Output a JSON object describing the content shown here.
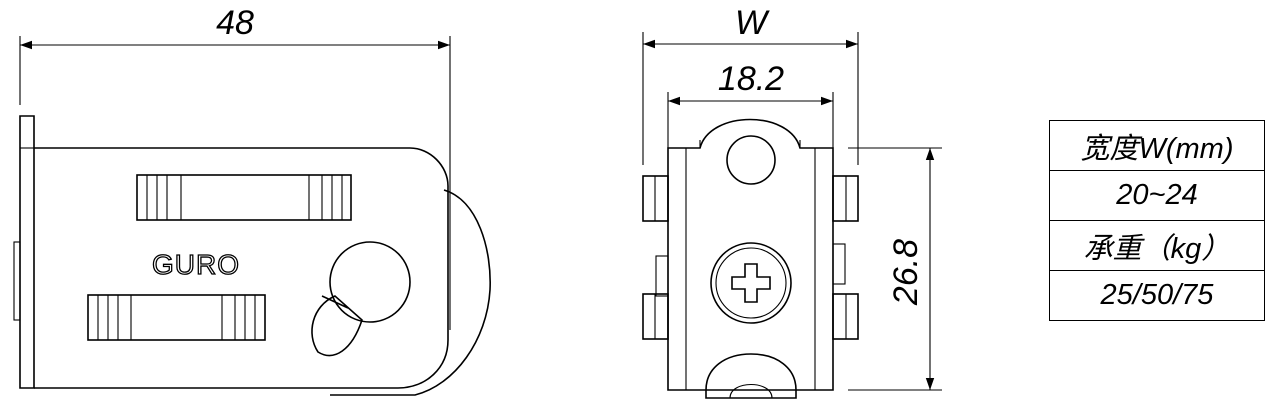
{
  "dimensions": {
    "overall_length": "48",
    "width_symbol": "W",
    "inner_width": "18.2",
    "height": "26.8"
  },
  "logo_text": "GURO",
  "spec_table": {
    "width_header": "宽度W(mm)",
    "width_value": "20~24",
    "load_header": "承重（kg）",
    "load_value": "25/50/75"
  }
}
